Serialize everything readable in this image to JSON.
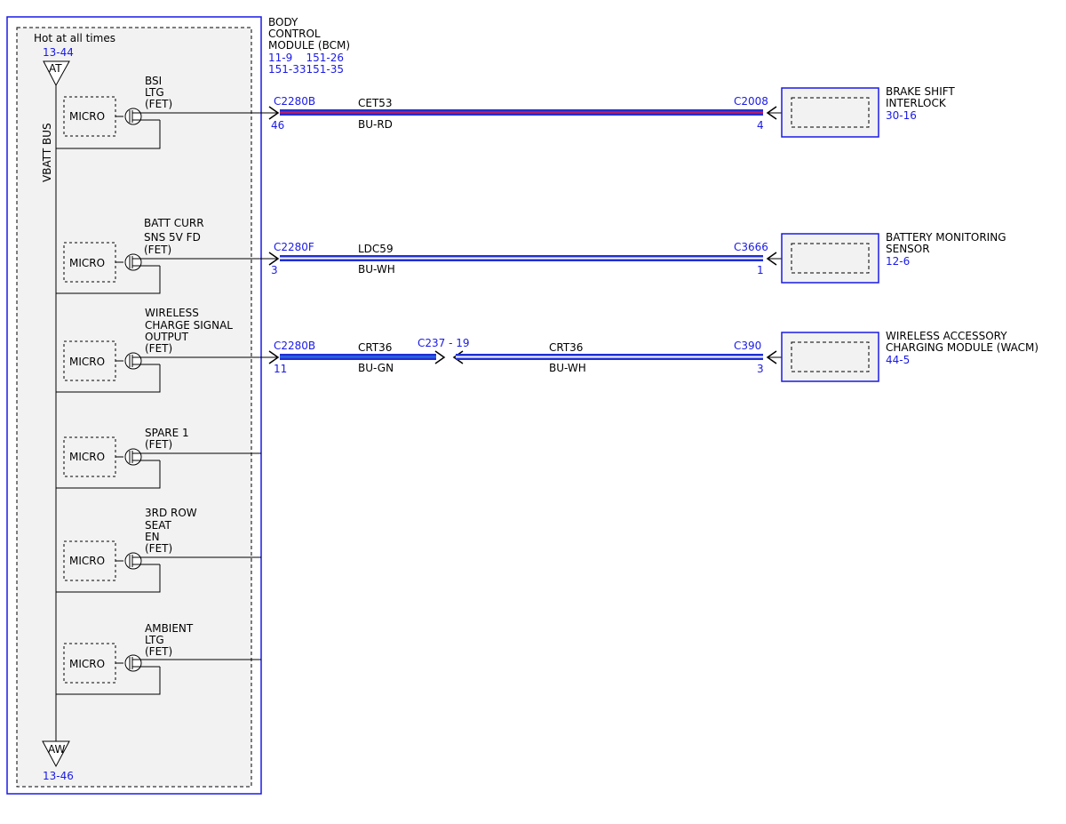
{
  "colors": {
    "connector_blue": "#1a1ae6",
    "module_fill": "#f2f2f2",
    "wire_bu": "#1f2fd6",
    "wire_rd": "#c02060",
    "wire_wh": "#ffffff",
    "wire_gn": "#2e6fe0"
  },
  "bcm": {
    "name": [
      "BODY",
      "CONTROL",
      "MODULE (BCM)"
    ],
    "refs": [
      "11-9    151-26",
      "151-33151-35"
    ],
    "hot_label": "Hot at all times",
    "bus_label": "VBATT BUS",
    "top_ref": "13-44",
    "top_symbol": "AT",
    "bottom_ref": "13-46",
    "bottom_symbol": "AW"
  },
  "drivers": [
    {
      "micro": "MICRO",
      "label": [
        "BSI",
        "LTG",
        "(FET)"
      ]
    },
    {
      "micro": "MICRO",
      "label": [
        "BATT CURR",
        "SNS 5V FD",
        "(FET)"
      ]
    },
    {
      "micro": "MICRO",
      "label": [
        "WIRELESS",
        "CHARGE SIGNAL",
        "OUTPUT",
        "(FET)"
      ]
    },
    {
      "micro": "MICRO",
      "label": [
        "SPARE 1",
        "(FET)"
      ]
    },
    {
      "micro": "MICRO",
      "label": [
        "3RD ROW",
        "SEAT",
        "EN",
        "(FET)"
      ]
    },
    {
      "micro": "MICRO",
      "label": [
        "AMBIENT",
        "LTG",
        "(FET)"
      ]
    }
  ],
  "circuits": [
    {
      "bcm_connector": "C2280B",
      "bcm_pin": "46",
      "circuit": "CET53",
      "color": "BU-RD",
      "far_connector": "C2008",
      "far_pin": "4",
      "device": [
        "BRAKE SHIFT",
        "INTERLOCK"
      ],
      "device_ref": "30-16"
    },
    {
      "bcm_connector": "C2280F",
      "bcm_pin": "3",
      "circuit": "LDC59",
      "color": "BU-WH",
      "far_connector": "C3666",
      "far_pin": "1",
      "device": [
        "BATTERY MONITORING",
        "SENSOR"
      ],
      "device_ref": "12-6"
    },
    {
      "bcm_connector": "C2280B",
      "bcm_pin": "11",
      "circuit": "CRT36",
      "color": "BU-GN",
      "inline_connector": "C237 - 19",
      "circuit2": "CRT36",
      "color2": "BU-WH",
      "far_connector": "C390",
      "far_pin": "3",
      "device": [
        "WIRELESS ACCESSORY",
        "CHARGING MODULE (WACM)"
      ],
      "device_ref": "44-5"
    }
  ]
}
